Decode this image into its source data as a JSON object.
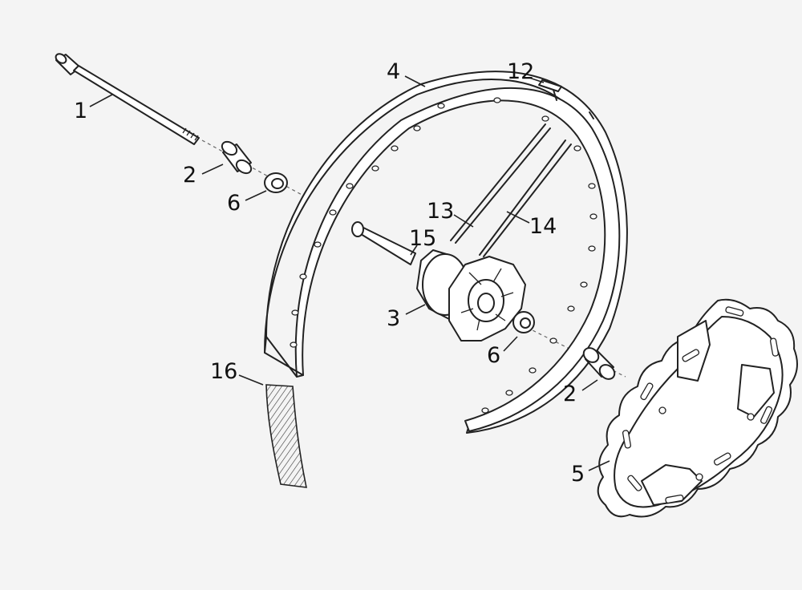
{
  "diagram": {
    "background_color": "#f4f4f4",
    "line_color": "#222222",
    "callouts": [
      "1",
      "2",
      "6",
      "4",
      "12",
      "13",
      "14",
      "15",
      "3",
      "6",
      "2",
      "16",
      "5"
    ]
  }
}
